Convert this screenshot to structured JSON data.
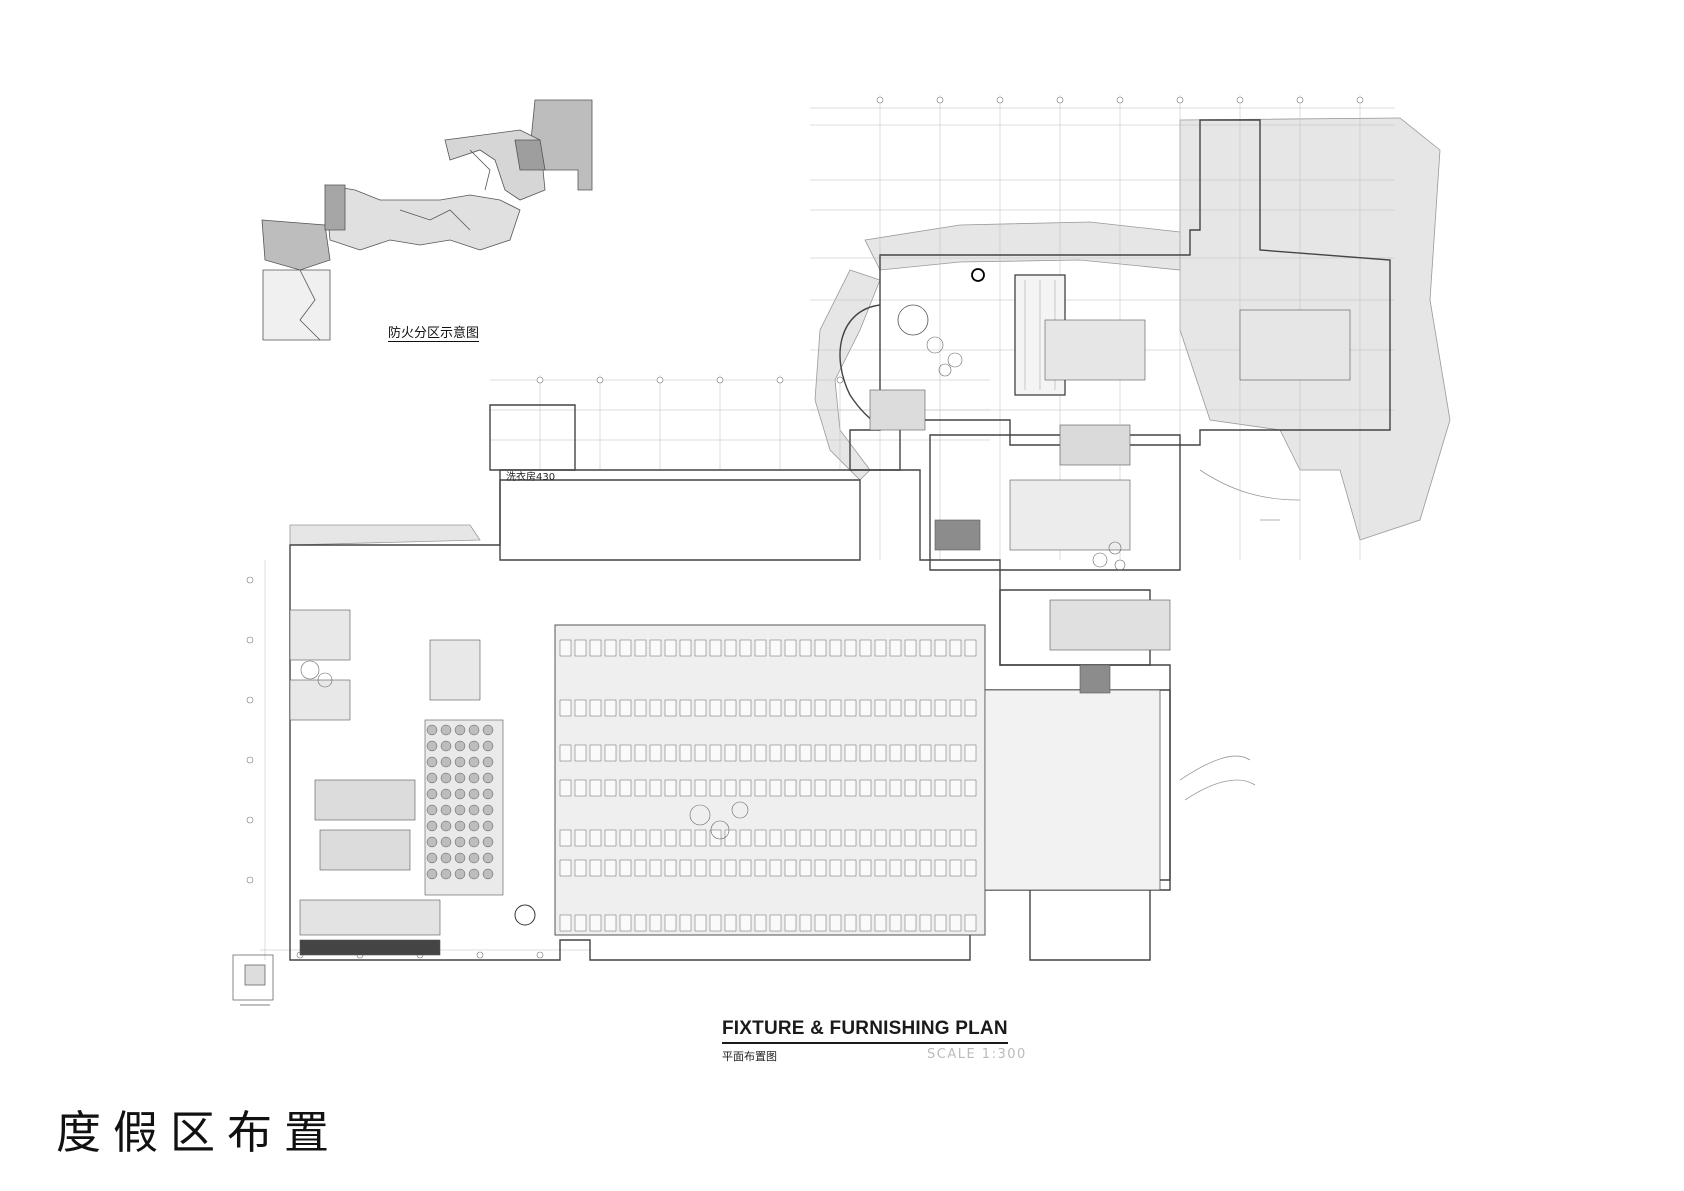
{
  "plan": {
    "title": "FIXTURE & FURNISHING PLAN",
    "subtitle": "平面布置图",
    "scale": "SCALE 1:300"
  },
  "page_title": "度假区布置",
  "inset": {
    "caption": "防火分区示意图"
  },
  "labels": {
    "laundry": "洗衣房430"
  },
  "colors": {
    "line": "#555555",
    "fill_gray": "#d9d9d9",
    "fill_dark": "#8c8c8c",
    "landscape": "#e6e6e6"
  }
}
